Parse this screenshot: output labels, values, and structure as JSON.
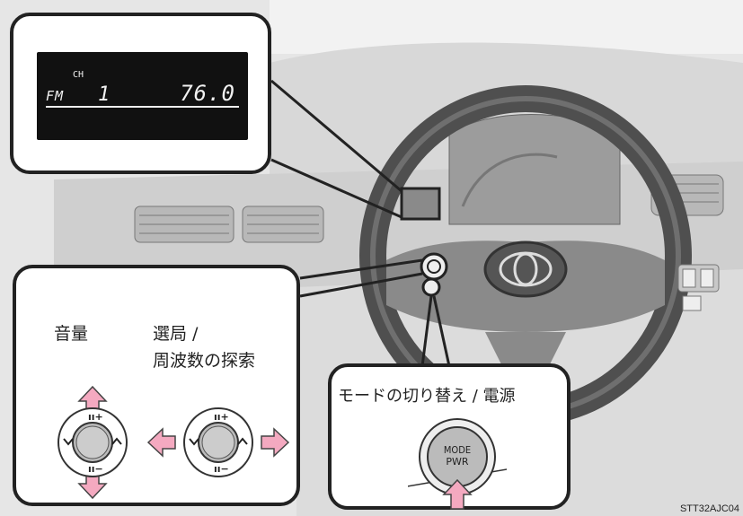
{
  "display": {
    "band": "FM",
    "ch_label": "CH",
    "channel": "1",
    "frequency": "76.0"
  },
  "switch_panel": {
    "volume_label": "音量",
    "seek_label_line1": "選局 /",
    "seek_label_line2": "周波数の探索",
    "plus_glyph": "+",
    "minus_glyph": "−"
  },
  "mode_panel": {
    "label": "モードの切り替え / 電源",
    "button_text_line1": "MODE",
    "button_text_line2": "PWR"
  },
  "image_code": "STT32AJC04",
  "colors": {
    "arrow_fill": "#f4a9c0",
    "arrow_stroke": "#444444",
    "callout_border": "#222222",
    "background": "#e9e9e9"
  }
}
